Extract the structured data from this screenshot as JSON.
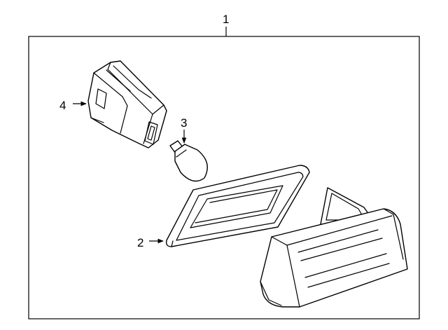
{
  "diagram": {
    "frame_label": "1",
    "parts": [
      {
        "id": "lens",
        "label": "2"
      },
      {
        "id": "bulb",
        "label": "3"
      },
      {
        "id": "socket",
        "label": "4"
      }
    ]
  }
}
